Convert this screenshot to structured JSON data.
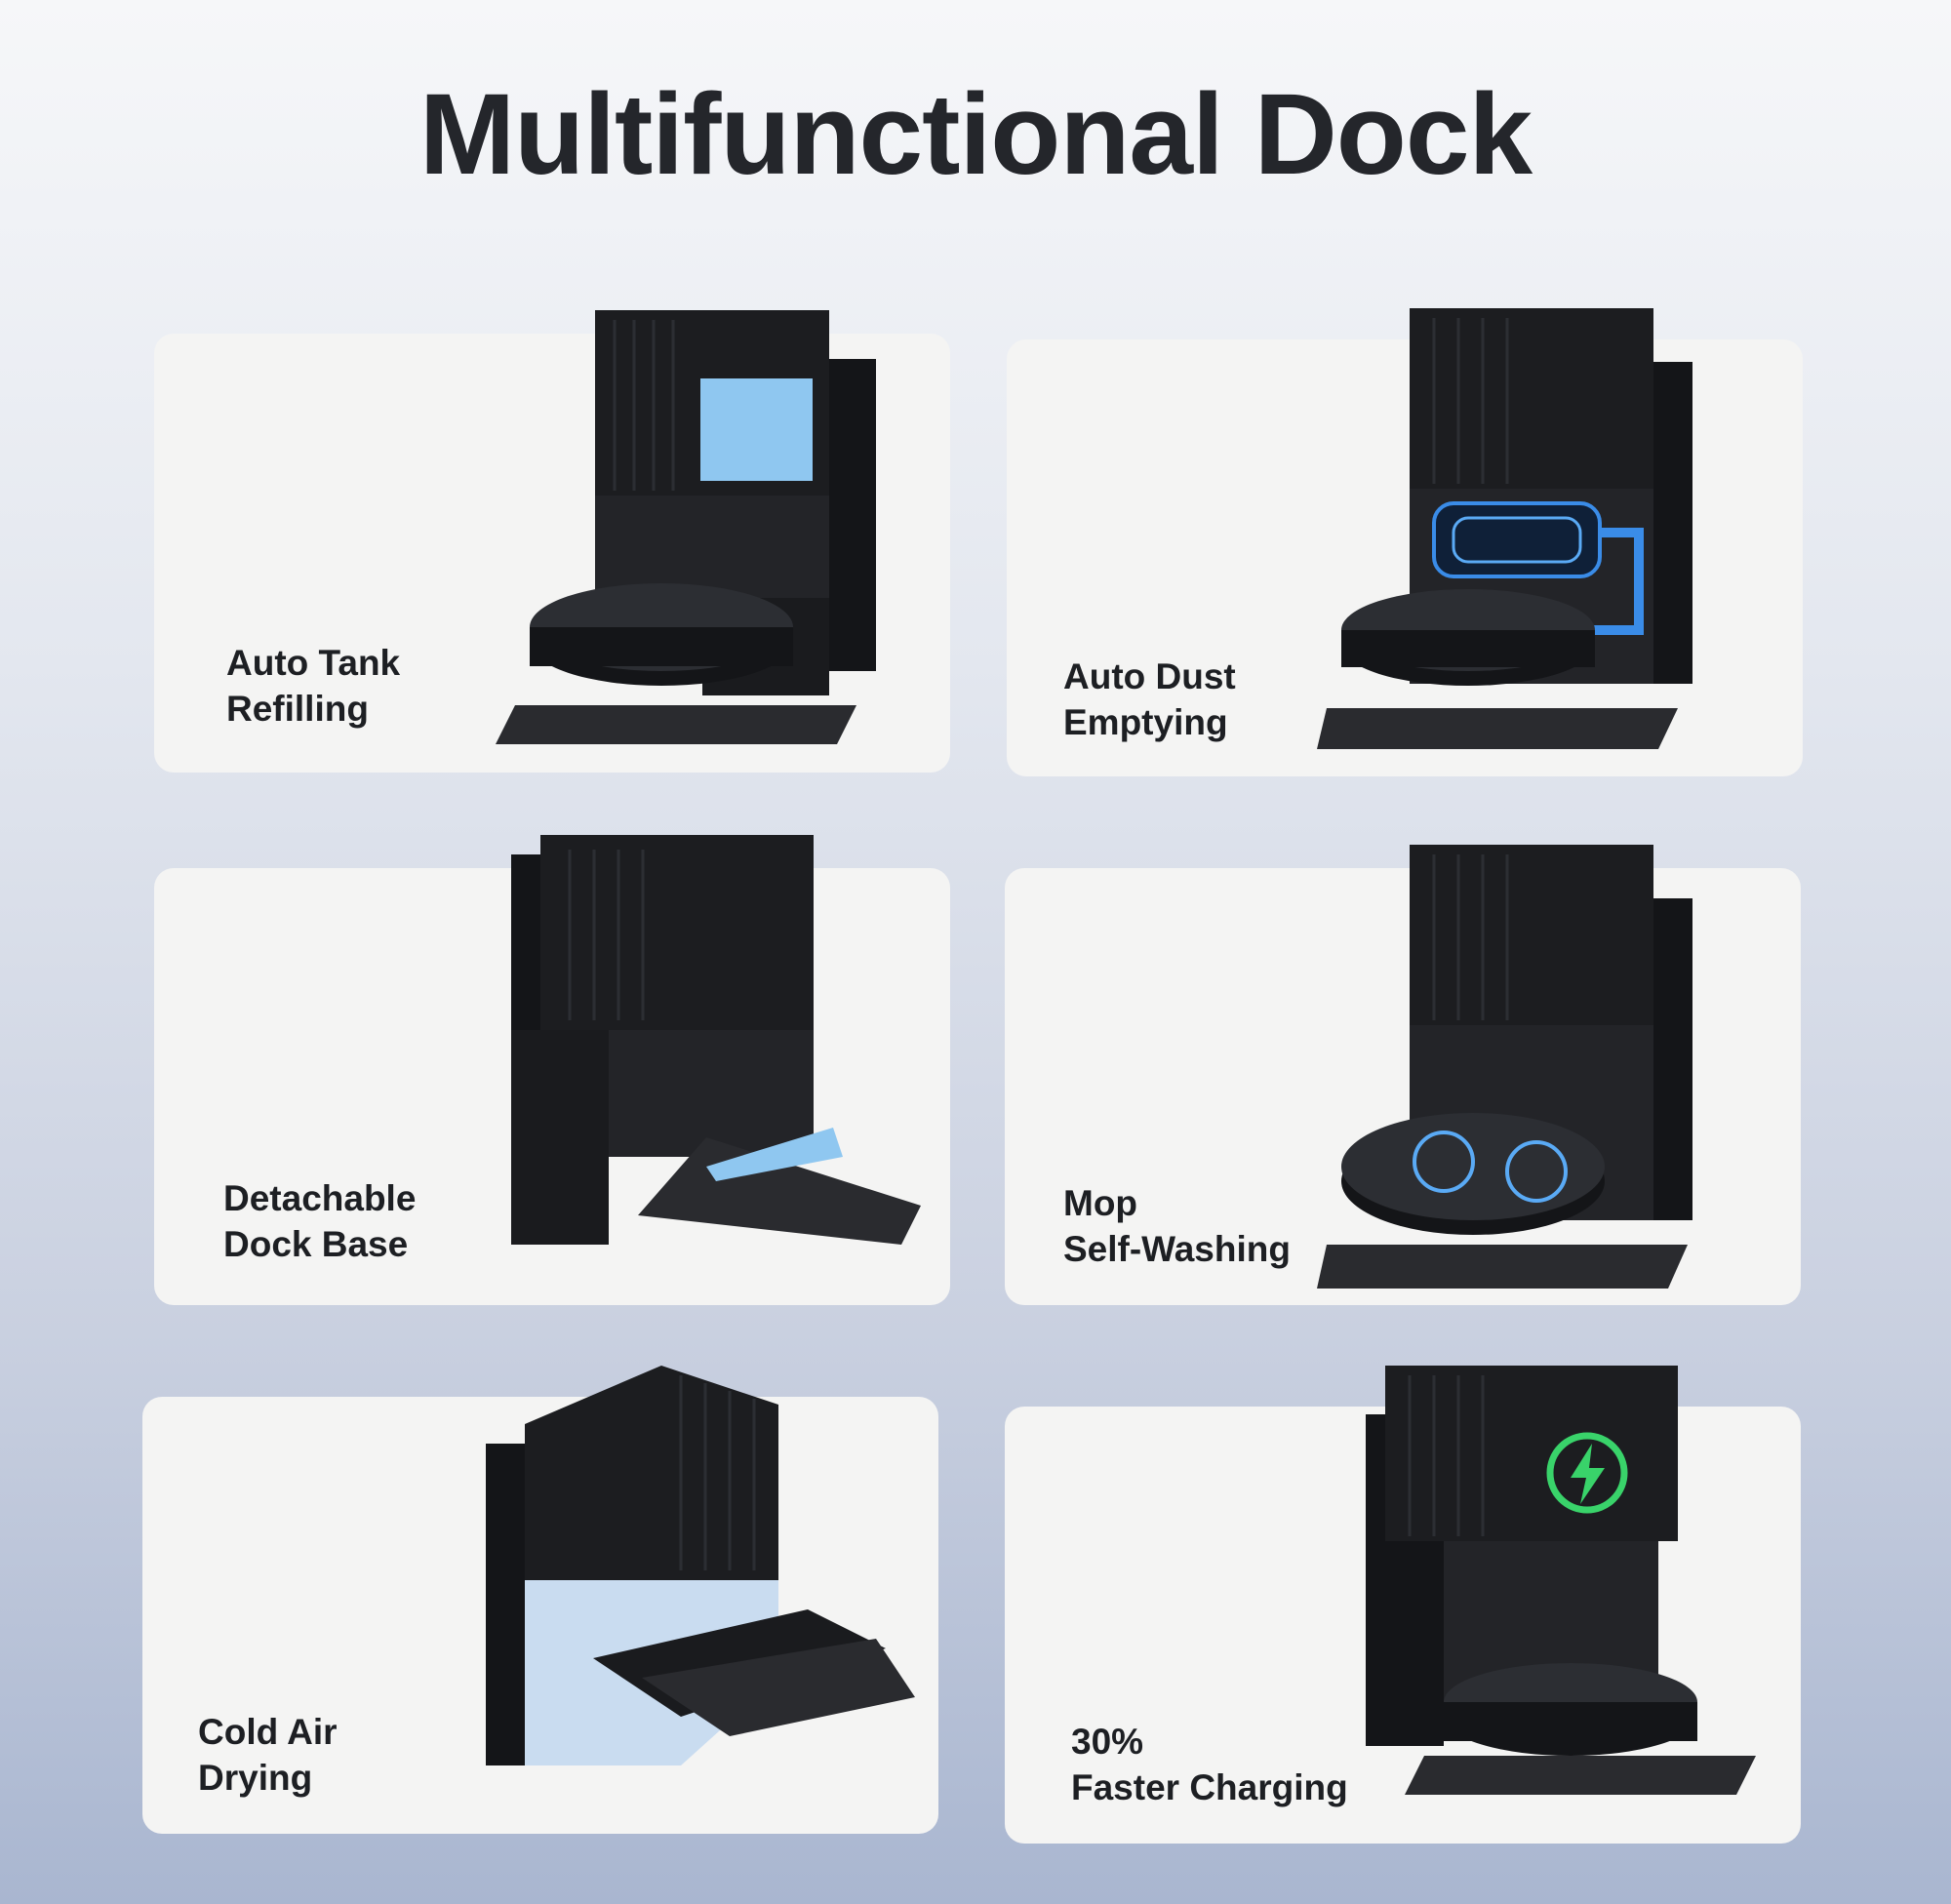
{
  "title": "Multifunctional Dock",
  "features": [
    {
      "line1": "Auto Tank",
      "line2": "Refilling"
    },
    {
      "line1": "Auto Dust",
      "line2": "Emptying"
    },
    {
      "line1": "Detachable",
      "line2": "Dock Base"
    },
    {
      "line1": "Mop",
      "line2": "Self-Washing"
    },
    {
      "line1": "Cold Air",
      "line2": "Drying"
    },
    {
      "line1": "30%",
      "line2": "Faster Charging"
    }
  ],
  "colors": {
    "dock": "#1c1d20",
    "dock_light": "#2c2e33",
    "water": "#8fc7f0",
    "charge": "#39d36a"
  },
  "icons": [
    "water-tank-icon",
    "dust-flow-icon",
    "dock-base-icon",
    "mop-icon",
    "air-drying-icon",
    "lightning-charge-icon"
  ]
}
